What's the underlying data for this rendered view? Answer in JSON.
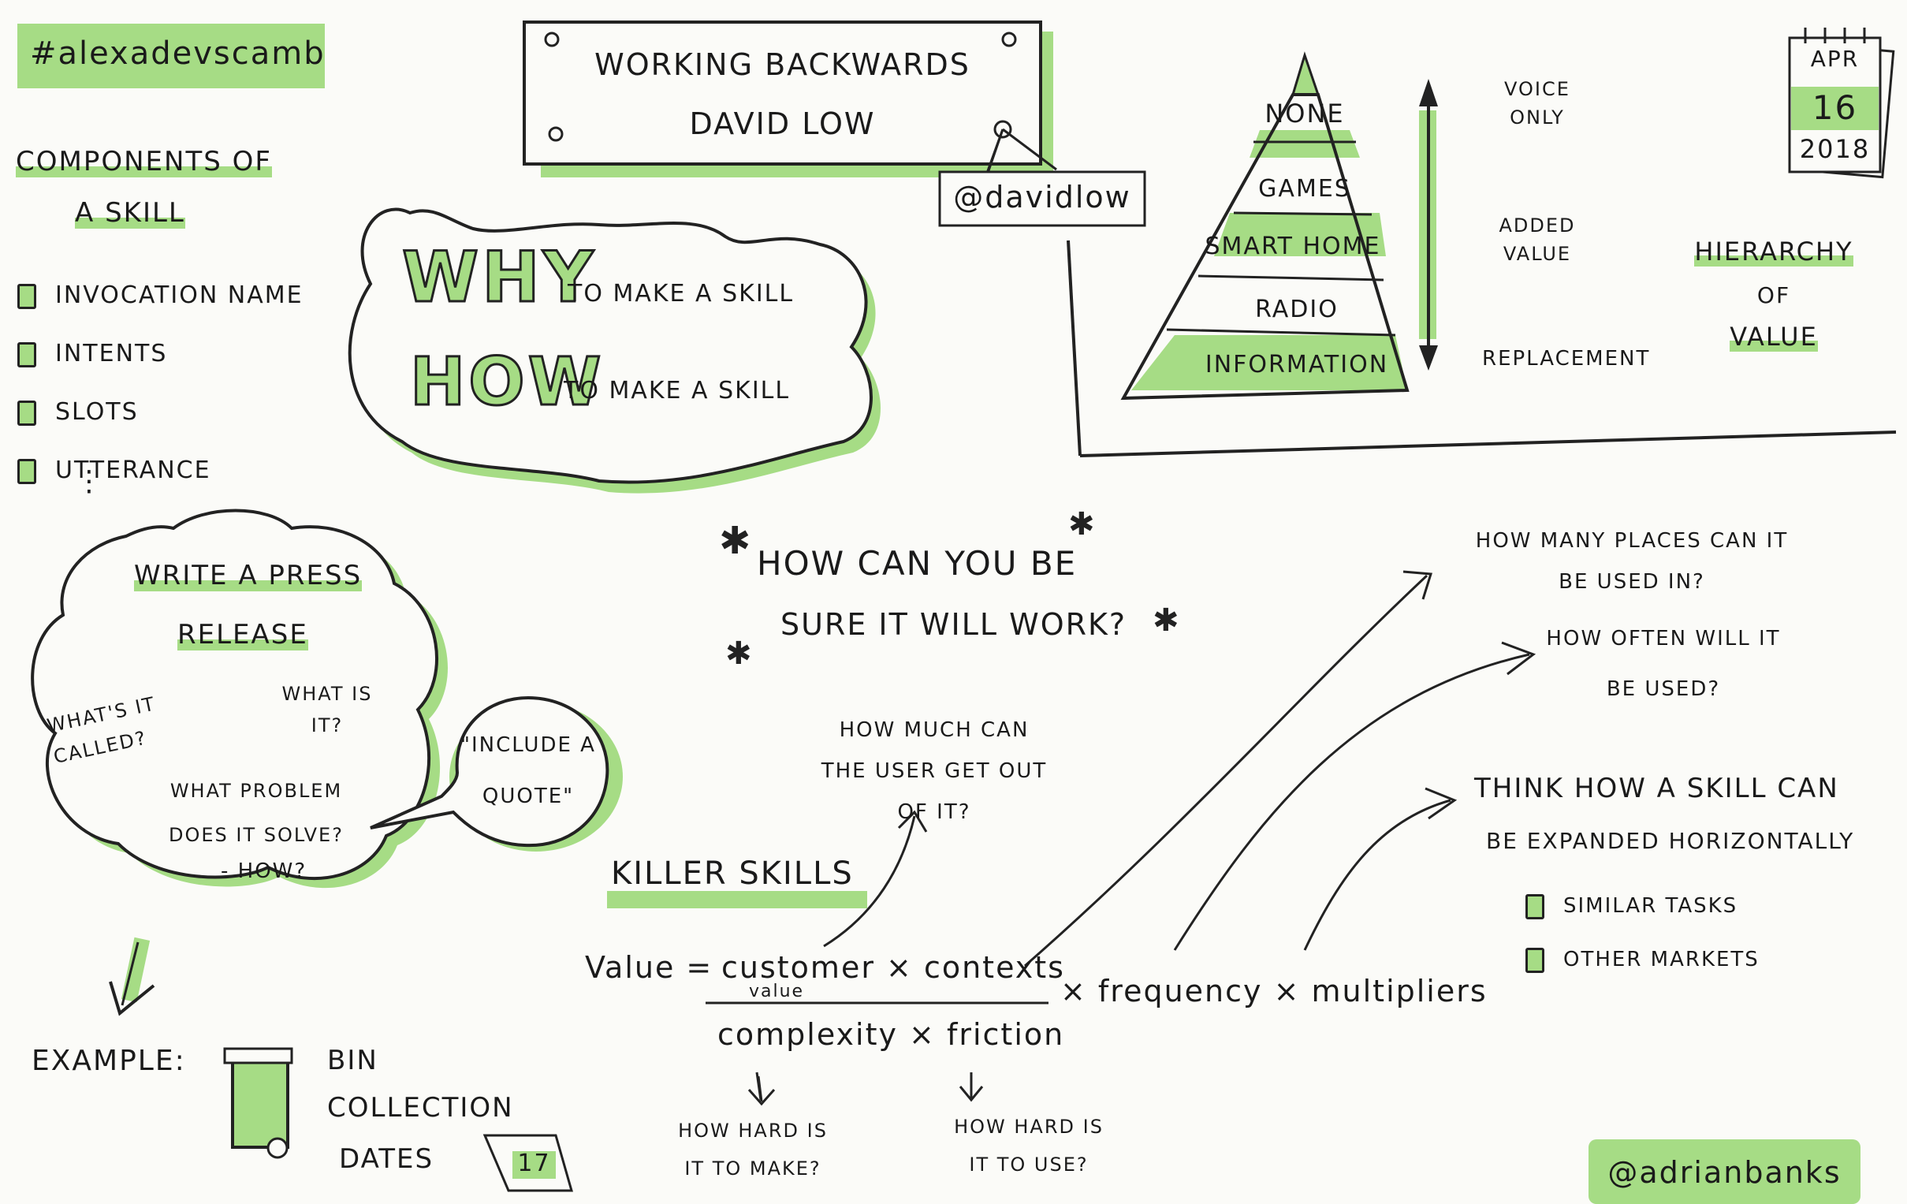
{
  "colors": {
    "marker_green": "#a6dc85",
    "ink": "#1d1d1d",
    "paper": "#fbfbf8"
  },
  "hashtag": "#alexadevscamb",
  "title": {
    "line1": "Working Backwards",
    "line2": "David Low"
  },
  "speaker_handle": "@davidlow",
  "date": {
    "month": "APR",
    "day": "16",
    "year": "2018"
  },
  "components": {
    "heading_line1": "Components of",
    "heading_line2": "A Skill",
    "items": [
      "Invocation Name",
      "Intents",
      "Slots",
      "Utterance"
    ],
    "more": "⋮"
  },
  "why_how": {
    "why_word": "WHY",
    "why_rest": "to make a skill",
    "how_word": "HOW",
    "how_rest": "to make a skill"
  },
  "hierarchy": {
    "levels": [
      "None",
      "Games",
      "Smart Home",
      "Radio",
      "Information"
    ],
    "scale_top": "Voice only",
    "scale_mid": "Added value",
    "scale_bottom": "Replacement",
    "label_line1": "Hierarchy",
    "label_line2": "of",
    "label_line3": "Value"
  },
  "press_release": {
    "title_line1": "Write a Press",
    "title_line2": "Release",
    "q1": "What's it called?",
    "q2": "What is it?",
    "q3": "What problem does it solve?",
    "q4": "- How?",
    "quote_line1": "\"Include a",
    "quote_line2": "Quote\""
  },
  "example": {
    "label": "Example:",
    "line1": "Bin",
    "line2": "Collection",
    "line3": "Dates",
    "calendar_day": "17"
  },
  "work": {
    "line1": "How can you be",
    "line2": "sure it will work?"
  },
  "killer": {
    "heading": "Killer Skills",
    "value_label": "Value =",
    "numerator": "customer × contexts",
    "numerator_sub": "value",
    "denominator": "complexity × friction",
    "multiplier": "× frequency × multipliers",
    "user_get_out": "How much can the user get out of it?",
    "hard_make": "How hard is it to make?",
    "hard_use": "How hard is it to use?",
    "places": "How many places can it be used in?",
    "often": "How often will it be used?"
  },
  "expand": {
    "line1": "Think how a skill can",
    "line2": "be expanded horizontally",
    "items": [
      "Similar tasks",
      "Other markets"
    ]
  },
  "author_handle": "@adrianbanks"
}
